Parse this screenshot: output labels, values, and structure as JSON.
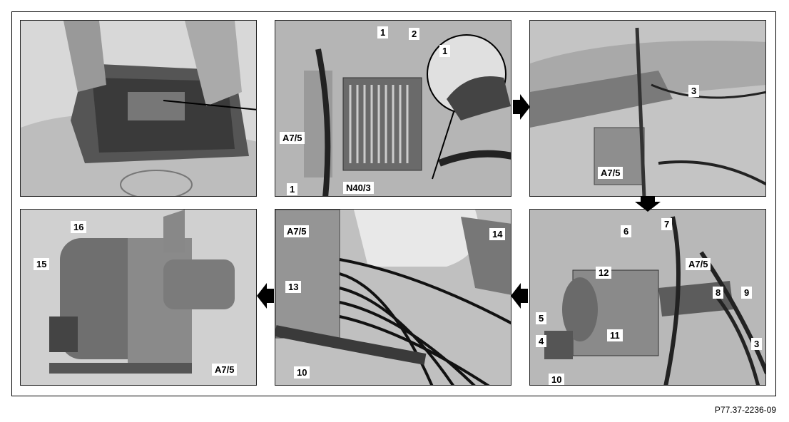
{
  "figure_ref": "P77.37-2236-09",
  "panels": {
    "p2": {
      "callouts": [
        "1",
        "2",
        "1",
        "A7/5",
        "1",
        "N40/3"
      ]
    },
    "p3": {
      "callouts": [
        "3",
        "A7/5"
      ]
    },
    "p4": {
      "callouts": [
        "6",
        "7",
        "A7/5",
        "12",
        "8",
        "9",
        "5",
        "4",
        "11",
        "3",
        "10"
      ]
    },
    "p5": {
      "callouts": [
        "A7/5",
        "14",
        "13",
        "10"
      ]
    },
    "p6": {
      "callouts": [
        "16",
        "15",
        "A7/5"
      ]
    }
  }
}
